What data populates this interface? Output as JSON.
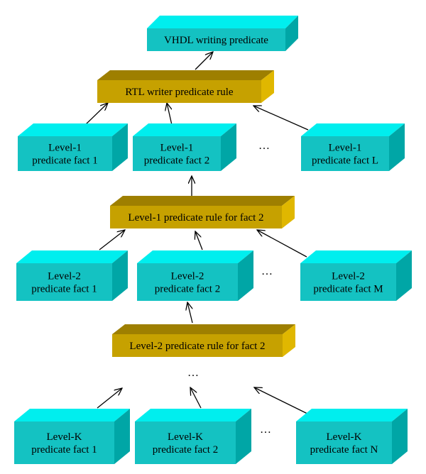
{
  "colors": {
    "fact_front": "#14c2c2",
    "fact_top": "#00eeee",
    "fact_side": "#00a6a6",
    "rule_front": "#c6a100",
    "rule_top": "#9e7f00",
    "rule_side": "#e0b700",
    "arrow": "#000000",
    "text": "#000000"
  },
  "nodes": {
    "vhdl": {
      "lines": [
        "VHDL writing predicate"
      ]
    },
    "rtl_rule": {
      "lines": [
        "RTL writer predicate rule"
      ]
    },
    "l1_fact1": {
      "lines": [
        "Level-1",
        "predicate fact 1"
      ]
    },
    "l1_fact2": {
      "lines": [
        "Level-1",
        "predicate fact 2"
      ]
    },
    "l1_factL": {
      "lines": [
        "Level-1",
        "predicate fact L"
      ]
    },
    "l1_rule2": {
      "lines": [
        "Level-1 predicate rule for fact 2"
      ]
    },
    "l2_fact1": {
      "lines": [
        "Level-2",
        "predicate fact 1"
      ]
    },
    "l2_fact2": {
      "lines": [
        "Level-2",
        "predicate fact 2"
      ]
    },
    "l2_factM": {
      "lines": [
        "Level-2",
        "predicate fact M"
      ]
    },
    "l2_rule2": {
      "lines": [
        "Level-2 predicate rule for fact 2"
      ]
    },
    "lk_fact1": {
      "lines": [
        "Level-K",
        "predicate fact 1"
      ]
    },
    "lk_fact2": {
      "lines": [
        "Level-K",
        "predicate fact 2"
      ]
    },
    "lk_factN": {
      "lines": [
        "Level-K",
        "predicate fact N"
      ]
    }
  },
  "ellipses": {
    "row1": "…",
    "row2": "…",
    "gap": "…",
    "rowk": "…"
  },
  "edges": [
    {
      "from": "rtl_rule",
      "to": "vhdl"
    },
    {
      "from": "l1_fact1",
      "to": "rtl_rule"
    },
    {
      "from": "l1_fact2",
      "to": "rtl_rule"
    },
    {
      "from": "l1_factL",
      "to": "rtl_rule"
    },
    {
      "from": "l1_rule2",
      "to": "l1_fact2"
    },
    {
      "from": "l2_fact1",
      "to": "l1_rule2"
    },
    {
      "from": "l2_fact2",
      "to": "l1_rule2"
    },
    {
      "from": "l2_factM",
      "to": "l1_rule2"
    },
    {
      "from": "l2_rule2",
      "to": "l2_fact2"
    },
    {
      "from": "lk_fact1",
      "to": "gap"
    },
    {
      "from": "lk_fact2",
      "to": "gap"
    },
    {
      "from": "lk_factN",
      "to": "gap"
    }
  ]
}
